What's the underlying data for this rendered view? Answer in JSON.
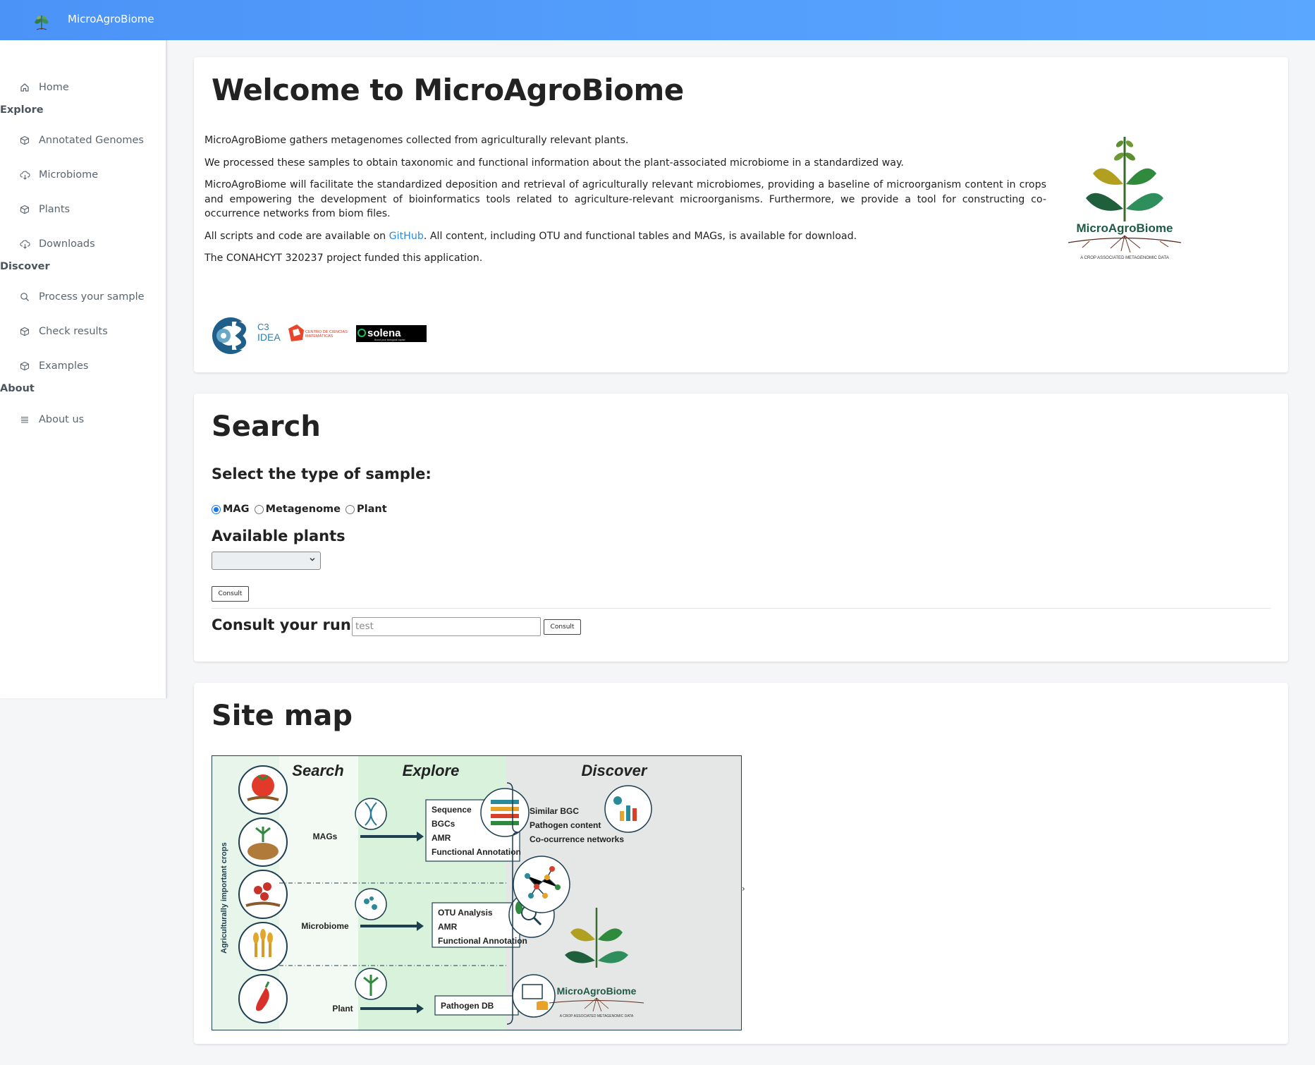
{
  "app": {
    "title": "MicroAgroBiome"
  },
  "colors": {
    "topbar": "#5aa7ff",
    "link": "#2a8ae8",
    "radio_accent": "#1a73e8"
  },
  "sidebar": {
    "home": {
      "label": "Home",
      "icon": "home-icon"
    },
    "sections": [
      {
        "title": "Explore",
        "items": [
          {
            "label": "Annotated Genomes",
            "icon": "cube-icon"
          },
          {
            "label": "Microbiome",
            "icon": "cloud-download-icon"
          },
          {
            "label": "Plants",
            "icon": "cube-icon"
          },
          {
            "label": "Downloads",
            "icon": "cloud-download-icon"
          }
        ]
      },
      {
        "title": "Discover",
        "items": [
          {
            "label": "Process your sample",
            "icon": "search-icon"
          },
          {
            "label": "Check results",
            "icon": "cube-icon"
          },
          {
            "label": "Examples",
            "icon": "cube-icon"
          }
        ]
      },
      {
        "title": "About",
        "items": [
          {
            "label": "About us",
            "icon": "menu-lines-icon"
          }
        ]
      }
    ]
  },
  "welcome": {
    "title": "Welcome to MicroAgroBiome",
    "p1": "MicroAgroBiome gathers metagenomes collected from agriculturally relevant plants.",
    "p2": "We processed these samples to obtain taxonomic and functional information about the plant-associated microbiome in a standardized way.",
    "p3": "MicroAgroBiome will facilitate the standardized deposition and retrieval of agriculturally relevant microbiomes, providing a baseline of microorganism content in crops and empowering the development of bioinformatics tools related to agriculture-relevant microorganisms. Furthermore, we provide a tool for constructing co-occurrence networks from biom files.",
    "p4_before": "All scripts and code are available on ",
    "p4_link": "GitHub",
    "p4_after": ". All content, including OTU and functional tables and MAGs, is available for download.",
    "p5": "The CONAHCYT 320237 project funded this application.",
    "logo_wordmark": "MicroAgroBiome",
    "logo_tagline": "A CROP ASSOCIATED METAGENOMIC DATA",
    "partners": {
      "c3_top": "C3",
      "c3_bottom": "IDEA",
      "ccm_line1": "CENTRO DE CIENCIAS",
      "ccm_line2": "MATEMÁTICAS",
      "solena": "solena",
      "solena_tag": "Boost your biological capital"
    }
  },
  "search": {
    "title": "Search",
    "sample_title": "Select the type of sample:",
    "options": [
      {
        "label": "MAG",
        "checked": true
      },
      {
        "label": "Metagenome",
        "checked": false
      },
      {
        "label": "Plant",
        "checked": false
      }
    ],
    "plants_title": "Available plants",
    "select_value": "",
    "consult_label": "Consult",
    "run_title": "Consult your run",
    "run_input_value": "test",
    "run_consult_label": "Consult"
  },
  "sitemap": {
    "title": "Site map",
    "side_label": "Agriculturally important crops",
    "col_search": "Search",
    "col_explore": "Explore",
    "col_discover": "Discover",
    "rows": [
      {
        "label": "MAGs",
        "box": [
          "Sequence",
          "BGCs",
          "AMR",
          "Functional Annotation"
        ]
      },
      {
        "label": "Microbiome",
        "box": [
          "OTU Analysis",
          "AMR",
          "Functional Annotation"
        ]
      },
      {
        "label": "Plant",
        "box": [
          "Pathogen DB"
        ]
      }
    ],
    "discover_items": [
      "Similar BGC",
      "Pathogen content",
      "Co-ocurrence networks"
    ],
    "logo_wordmark": "MicroAgroBiome",
    "logo_tagline": "A CROP ASSOCIATED METAGENOMIC DATA",
    "arrow": "›"
  }
}
